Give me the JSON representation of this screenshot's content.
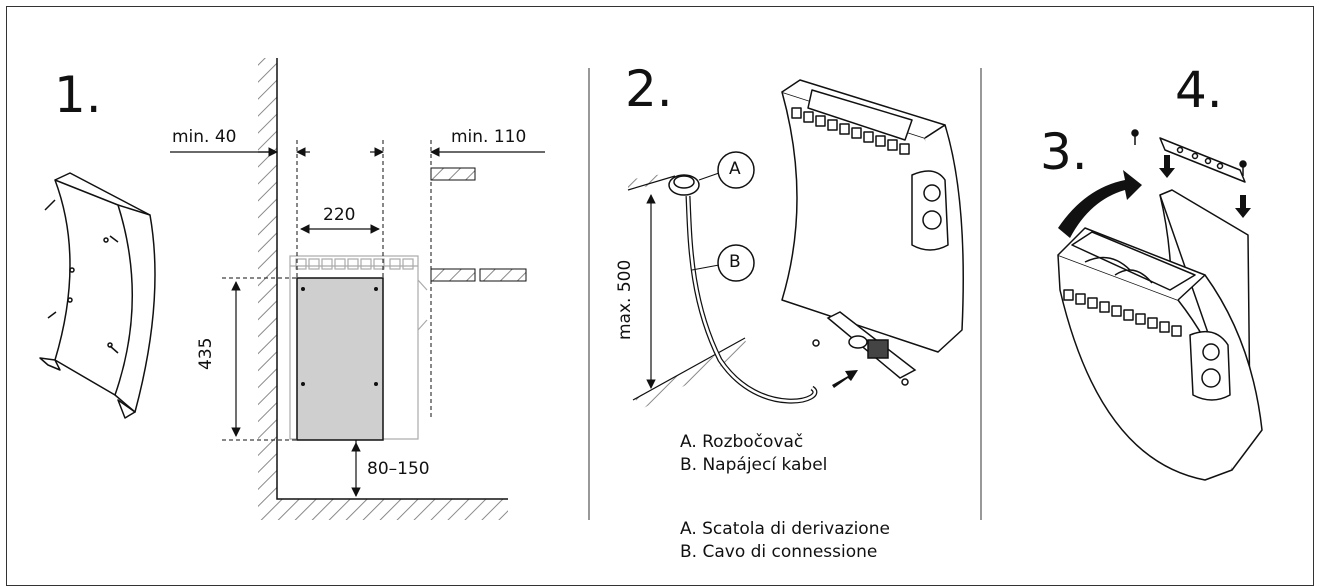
{
  "steps": {
    "s1": "1.",
    "s2": "2.",
    "s3": "3.",
    "s4": "4."
  },
  "dimensions": {
    "min_wall": "min. 40",
    "min_side": "min. 110",
    "width": "220",
    "height": "435",
    "floor": "80–150",
    "max_height": "max. 500"
  },
  "callouts": {
    "a": "A",
    "b": "B"
  },
  "legend_cz": {
    "a": "A. Rozbočovač",
    "b": "B. Napájecí kabel"
  },
  "legend_it": {
    "a": "A. Scatola di derivazione",
    "b": "B. Cavo di connessione"
  },
  "colors": {
    "line": "#111111",
    "hatch": "#9a9a9a",
    "heater_fill": "#cfcfcf"
  }
}
